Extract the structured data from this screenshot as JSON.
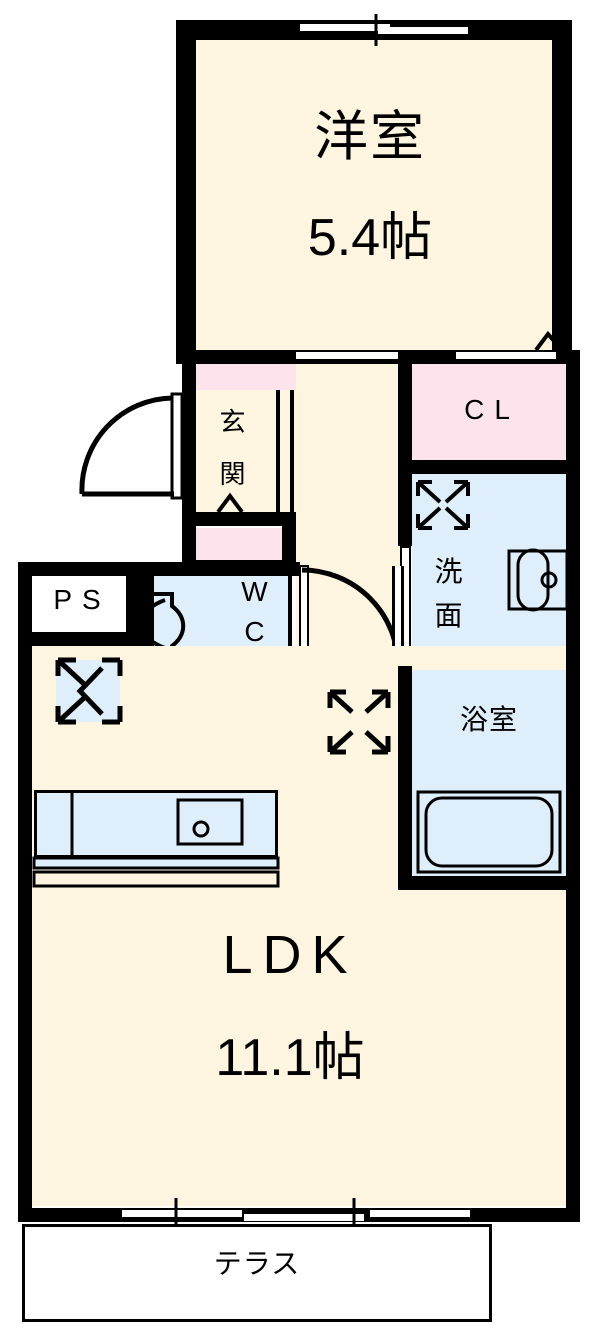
{
  "plan": {
    "type": "japanese-apartment-floor-plan",
    "layout_name": "1LDK",
    "colors": {
      "room_floor": "#fdf5e0",
      "closet": "#fde4ec",
      "water_area": "#deeffb",
      "wall": "#000000",
      "outside": "#ffffff"
    },
    "rooms": [
      {
        "id": "bedroom",
        "name": "洋室",
        "size": "5.4帖",
        "fill": "#fdf5e0"
      },
      {
        "id": "ldk",
        "name": "LDK",
        "size": "11.1帖",
        "fill": "#fdf5e0"
      },
      {
        "id": "genkan",
        "name": "玄関",
        "size": "",
        "fill": "#fdf5e0"
      },
      {
        "id": "washroom",
        "name": "洗面",
        "size": "",
        "fill": "#deeffb"
      },
      {
        "id": "bath",
        "name": "浴室",
        "size": "",
        "fill": "#deeffb"
      },
      {
        "id": "toilet",
        "name": "WC",
        "size": "",
        "fill": "#deeffb"
      },
      {
        "id": "closet",
        "name": "CL",
        "size": "",
        "fill": "#fde4ec"
      },
      {
        "id": "pipe",
        "name": "PS",
        "size": "",
        "fill": "#ffffff"
      },
      {
        "id": "terrace",
        "name": "テラス",
        "size": "",
        "fill": "#ffffff"
      }
    ],
    "labels": {
      "bedroom_name": "洋室",
      "bedroom_size": "5.4帖",
      "ldk_name": "LDK",
      "ldk_size": "11.1帖",
      "genkan_line1": "玄",
      "genkan_line2": "関",
      "washroom_line1": "洗",
      "washroom_line2": "面",
      "bath_name": "浴室",
      "toilet_line1": "W",
      "toilet_line2": "C",
      "closet_name": "CL",
      "pipe_name": "PS",
      "terrace_name": "テラス"
    },
    "fixtures": [
      {
        "id": "kitchen-counter",
        "name": "kitchen-counter-with-sink"
      },
      {
        "id": "bathtub",
        "name": "bathtub"
      },
      {
        "id": "vanity-sink",
        "name": "washbasin"
      },
      {
        "id": "toilet-bowl",
        "name": "toilet-bowl"
      },
      {
        "id": "washer-pan",
        "name": "washing-machine-space"
      },
      {
        "id": "appliance-space",
        "name": "appliance-space"
      },
      {
        "id": "entry-door",
        "name": "entrance-door-swing"
      },
      {
        "id": "hall-door",
        "name": "hall-door-swing"
      },
      {
        "id": "shoe-box-upper",
        "name": "shoe-cabinet"
      },
      {
        "id": "shoe-box-lower",
        "name": "shoe-cabinet"
      }
    ],
    "openings": [
      {
        "id": "bedroom-north-window",
        "name": "sliding-window"
      },
      {
        "id": "bedroom-south-doors",
        "name": "sliding-doors"
      },
      {
        "id": "ldk-south-windows",
        "name": "sliding-glass-doors"
      },
      {
        "id": "washroom-door",
        "name": "sliding-door"
      },
      {
        "id": "bath-door",
        "name": "folding-door"
      }
    ]
  }
}
